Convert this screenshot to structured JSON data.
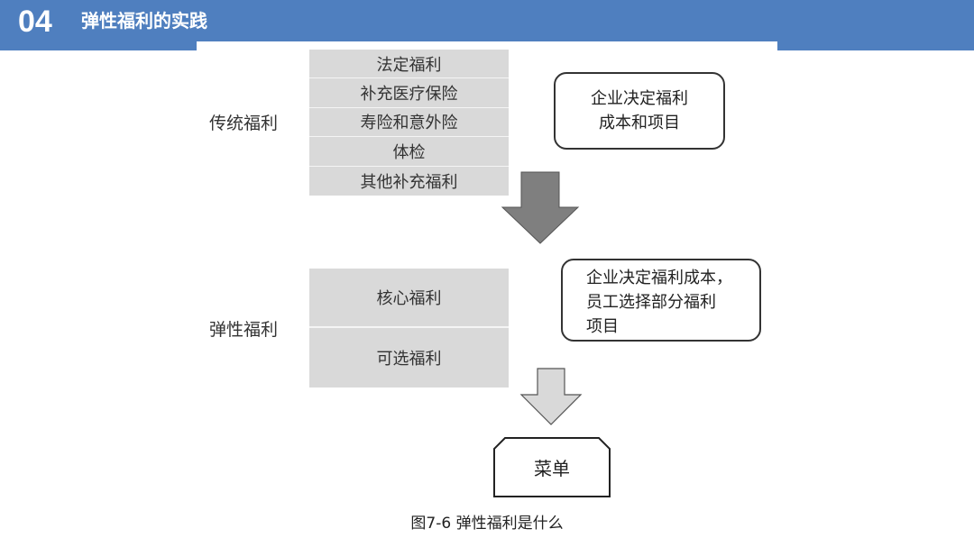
{
  "header": {
    "number": "04",
    "title": "弹性福利的实践"
  },
  "traditional": {
    "label": "传统福利",
    "items": [
      "法定福利",
      "补充医疗保险",
      "寿险和意外险",
      "体检",
      "其他补充福利"
    ],
    "note_lines": [
      "企业决定福利",
      "成本和项目"
    ]
  },
  "flexible": {
    "label": "弹性福利",
    "items": [
      "核心福利",
      "可选福利"
    ],
    "note_lines": [
      "企业决定福利成本，",
      "员工选择部分福利",
      "项目"
    ]
  },
  "menu": {
    "label": "菜单"
  },
  "caption": "图7-6 弹性福利是什么",
  "colors": {
    "header": "#4f7fbf",
    "cell": "#d9d9d9",
    "arrow_dark": "#7f7f7f",
    "arrow_light": "#d9d9d9"
  }
}
